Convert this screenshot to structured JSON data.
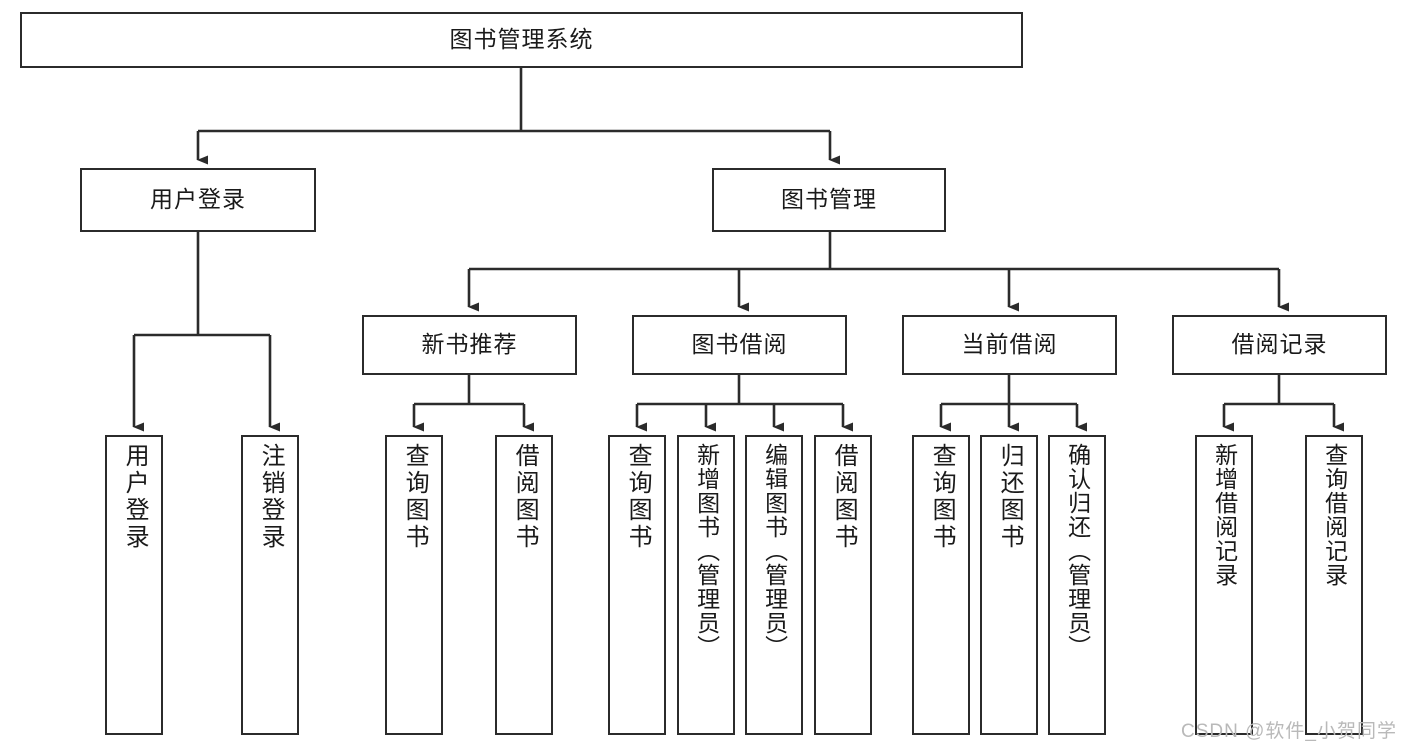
{
  "diagram": {
    "type": "tree-hierarchy",
    "title": "图书管理系统",
    "stroke_color": "#2b2b2b",
    "text_color": "#1a1a1a",
    "background_color": "#ffffff",
    "watermark": "CSDN @软件_小贺同学",
    "levels": {
      "root": {
        "label": "图书管理系统"
      },
      "level2": [
        {
          "label": "用户登录"
        },
        {
          "label": "图书管理"
        }
      ],
      "level3": [
        {
          "label": "新书推荐"
        },
        {
          "label": "图书借阅"
        },
        {
          "label": "当前借阅"
        },
        {
          "label": "借阅记录"
        }
      ],
      "leaves": {
        "user_login": [
          {
            "label": "用户登录"
          },
          {
            "label": "注销登录"
          }
        ],
        "new_book_recommend": [
          {
            "label": "查询图书"
          },
          {
            "label": "借阅图书"
          }
        ],
        "book_borrow": [
          {
            "label": "查询图书"
          },
          {
            "label": "新增图书（管理员）"
          },
          {
            "label": "编辑图书（管理员）"
          },
          {
            "label": "借阅图书"
          }
        ],
        "current_borrow": [
          {
            "label": "查询图书"
          },
          {
            "label": "归还图书"
          },
          {
            "label": "确认归还（管理员）"
          }
        ],
        "borrow_record": [
          {
            "label": "新增借阅记录"
          },
          {
            "label": "查询借阅记录"
          }
        ]
      }
    }
  }
}
